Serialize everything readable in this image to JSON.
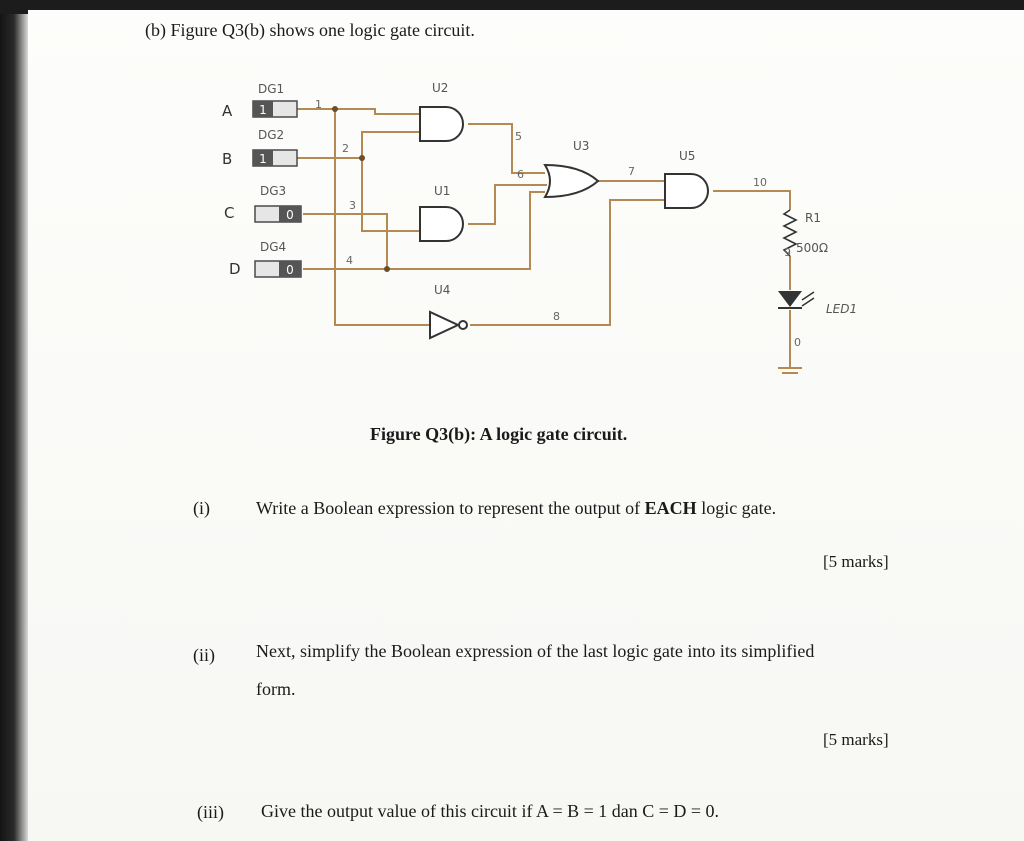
{
  "intro": "(b) Figure Q3(b) shows one logic gate circuit.",
  "circuit": {
    "inputs": [
      {
        "letter": "A",
        "name": "DG1",
        "value": "1"
      },
      {
        "letter": "B",
        "name": "DG2",
        "value": "1"
      },
      {
        "letter": "C",
        "name": "DG3",
        "value": "0"
      },
      {
        "letter": "D",
        "name": "DG4",
        "value": "0"
      }
    ],
    "gates": {
      "u1": "U1",
      "u2": "U2",
      "u3": "U3",
      "u4": "U4",
      "u5": "U5"
    },
    "nodes": [
      "1",
      "2",
      "3",
      "4",
      "5",
      "6",
      "7",
      "8",
      "10",
      "0"
    ],
    "resistor": {
      "name": "R1",
      "value": "500Ω",
      "pin": "9"
    },
    "led": "LED1"
  },
  "caption": "Figure Q3(b): A logic gate circuit.",
  "questions": [
    {
      "num": "(i)",
      "text_pre": "Write a Boolean expression to represent the output of ",
      "text_bold": "EACH",
      "text_post": " logic gate.",
      "marks": "[5 marks]"
    },
    {
      "num": "(ii)",
      "text_line1": "Next, simplify the Boolean expression of the last logic gate into its simplified",
      "text_line2": "form.",
      "marks": "[5 marks]"
    },
    {
      "num": "(iii)",
      "text": "Give the output value of this circuit if A = B = 1 dan C = D = 0."
    }
  ]
}
